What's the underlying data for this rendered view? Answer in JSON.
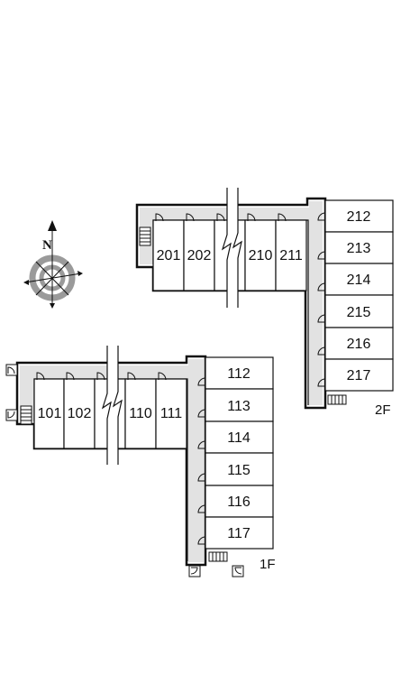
{
  "compass": {
    "north_label": "N"
  },
  "floors": [
    {
      "label": "2F",
      "units": [
        {
          "number": "201"
        },
        {
          "number": "202"
        },
        {
          "number": "210"
        },
        {
          "number": "211"
        },
        {
          "number": "212"
        },
        {
          "number": "213"
        },
        {
          "number": "214"
        },
        {
          "number": "215"
        },
        {
          "number": "216"
        },
        {
          "number": "217"
        }
      ]
    },
    {
      "label": "1F",
      "units": [
        {
          "number": "101"
        },
        {
          "number": "102"
        },
        {
          "number": "110"
        },
        {
          "number": "111"
        },
        {
          "number": "112"
        },
        {
          "number": "113"
        },
        {
          "number": "114"
        },
        {
          "number": "115"
        },
        {
          "number": "116"
        },
        {
          "number": "117"
        }
      ]
    }
  ],
  "colors": {
    "corridor": "#e2e2e2",
    "outline": "#111111",
    "room": "#ffffff"
  }
}
